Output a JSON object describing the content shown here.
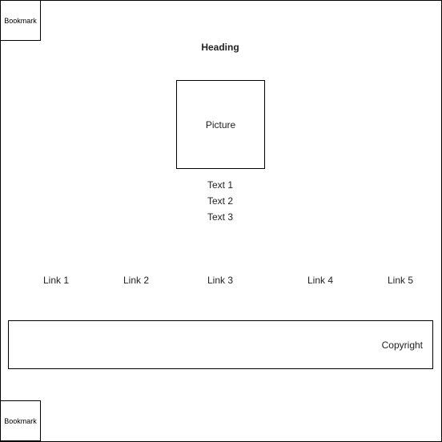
{
  "bookmarks": {
    "top": "Bookmark",
    "bottom": "Bookmark"
  },
  "heading": "Heading",
  "picture": {
    "label": "Picture"
  },
  "texts": [
    "Text 1",
    "Text 2",
    "Text 3"
  ],
  "links": [
    "Link 1",
    "Link 2",
    "Link 3",
    "Link 4",
    "Link 5"
  ],
  "footer": {
    "copyright": "Copyright"
  }
}
